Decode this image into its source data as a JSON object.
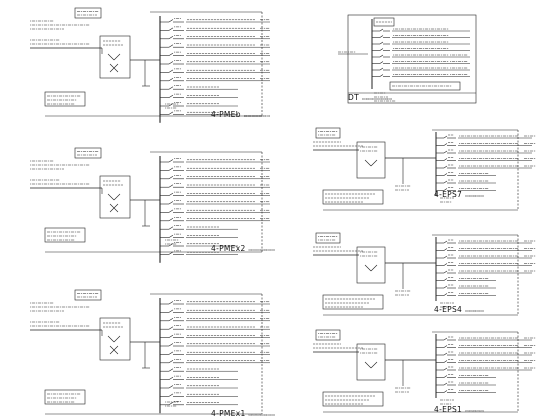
{
  "panels": [
    {
      "id": "pm-b",
      "label": "4-PMEb"
    },
    {
      "id": "pm-2",
      "label": "4-PMEx2"
    },
    {
      "id": "pm-1",
      "label": "4-PMEx1"
    },
    {
      "id": "dt",
      "label": "DT"
    },
    {
      "id": "eps7",
      "label": "4-EPS7"
    },
    {
      "id": "eps4",
      "label": "4-EPS4"
    },
    {
      "id": "eps1",
      "label": "4-EPS1"
    }
  ],
  "colors": {
    "line": "#222222",
    "text": "#111111",
    "background": "#ffffff"
  },
  "line_style": {
    "bus": "solid",
    "frame_right": "dashed"
  }
}
